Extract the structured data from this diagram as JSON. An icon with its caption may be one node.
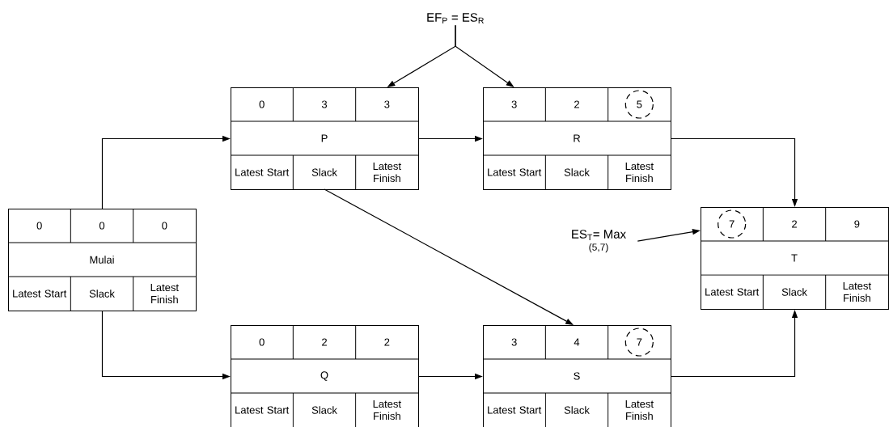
{
  "diagram": {
    "nodes": [
      {
        "text": [
          "EF$_{P}$ = ES$_{R}$"
        ]
      },
      {
        "text": [
          "0",
          "3",
          "3",
          "P",
          "Latest Start",
          "Slack",
          "Latest Finish"
        ]
      },
      {
        "text": [
          "3",
          "2",
          "5",
          "R",
          "Latest Start",
          "Slack",
          "Latest Finish"
        ]
      },
      {
        "text": [
          "0",
          "0",
          "0",
          "Mulai",
          "Latest Start",
          "Slack",
          "Latest Finish"
        ]
      },
      {
        "text": [
          "ES$_{T}$= Max",
          "(5,7)"
        ]
      },
      {
        "text": [
          "7",
          "2",
          "9",
          "T",
          "Latest Start",
          "Slack",
          "Latest Finish"
        ]
      },
      {
        "text": [
          "0",
          "2",
          "2",
          "Q",
          "Latest Start",
          "Slack",
          "Latest Finish"
        ]
      },
      {
        "text": [
          "3",
          "4",
          "7",
          "S",
          "Latest Start",
          "Slack",
          "Latest Finish"
        ]
      }
    ],
    "edges": [
      {
        "from": 0,
        "to": 1,
        "arrow": "to"
      },
      {
        "from": 0,
        "to": 2,
        "arrow": "to"
      },
      {
        "from": 3,
        "to": 1,
        "arrow": "to"
      },
      {
        "from": 3,
        "to": 6,
        "arrow": "to"
      },
      {
        "from": 1,
        "to": 2,
        "arrow": "to"
      },
      {
        "from": 1,
        "to": 7,
        "arrow": "to"
      },
      {
        "from": 2,
        "to": 5,
        "arrow": "to"
      },
      {
        "from": 4,
        "to": 5,
        "arrow": "to"
      },
      {
        "from": 6,
        "to": 7,
        "arrow": "to"
      },
      {
        "from": 7,
        "to": 5,
        "arrow": "to"
      }
    ]
  }
}
